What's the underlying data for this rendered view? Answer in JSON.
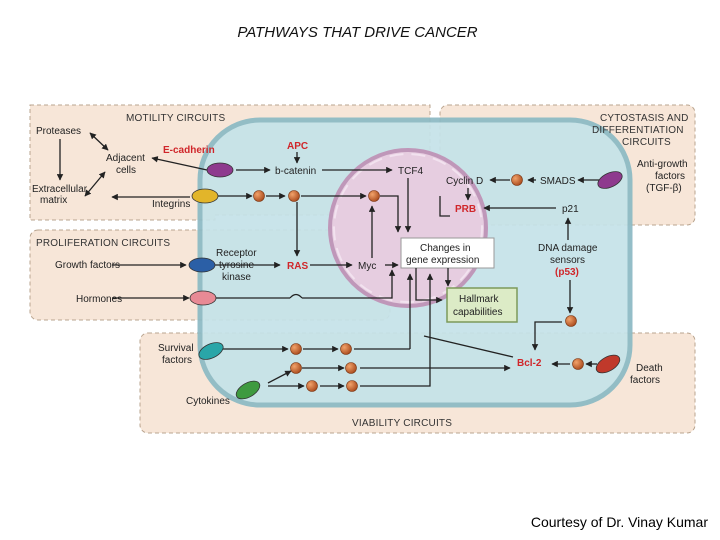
{
  "title": "PATHWAYS THAT DRIVE CANCER",
  "credit": "Courtesy of Dr. Vinay Kumar",
  "diagram": {
    "circuits": {
      "motility": "MOTILITY CIRCUITS",
      "cytostasis_1": "CYTOSTASIS AND",
      "cytostasis_2": "DIFFERENTIATION",
      "cytostasis_3": "CIRCUITS",
      "proliferation": "PROLIFERATION CIRCUITS",
      "viability": "VIABILITY CIRCUITS"
    },
    "nodes": {
      "proteases": "Proteases",
      "adjacent_1": "Adjacent",
      "adjacent_2": "cells",
      "extracellular_1": "Extracellular",
      "extracellular_2": "matrix",
      "e_cadherin": "E-cadherin",
      "integrins": "Integrins",
      "apc": "APC",
      "b_catenin": "b-catenin",
      "tcf4": "TCF4",
      "cyclin_d": "Cyclin D",
      "smads": "SMADS",
      "prb": "PRB",
      "p21": "p21",
      "anti_growth_1": "Anti-growth",
      "anti_growth_2": "factors",
      "anti_growth_3": "(TGF-β)",
      "growth_factors": "Growth factors",
      "hormones": "Hormones",
      "receptor_1": "Receptor",
      "receptor_2": "tyrosine",
      "receptor_3": "kinase",
      "ras": "RAS",
      "myc": "Myc",
      "changes_1": "Changes in",
      "changes_2": "gene expression",
      "dna_1": "DNA damage",
      "dna_2": "sensors",
      "p53": "(p53)",
      "hallmark_1": "Hallmark",
      "hallmark_2": "capabilities",
      "survival_1": "Survival",
      "survival_2": "factors",
      "bcl2": "Bcl-2",
      "death_1": "Death",
      "death_2": "factors",
      "cytokines": "Cytokines"
    },
    "colors": {
      "panel": "#f7e6d8",
      "cell": "#c5e3e9",
      "nucleus": "#e6cde0",
      "hallmark_box": "#dcebc6",
      "accent_red": "#d0262a",
      "node_orange": "#c8622a"
    }
  }
}
